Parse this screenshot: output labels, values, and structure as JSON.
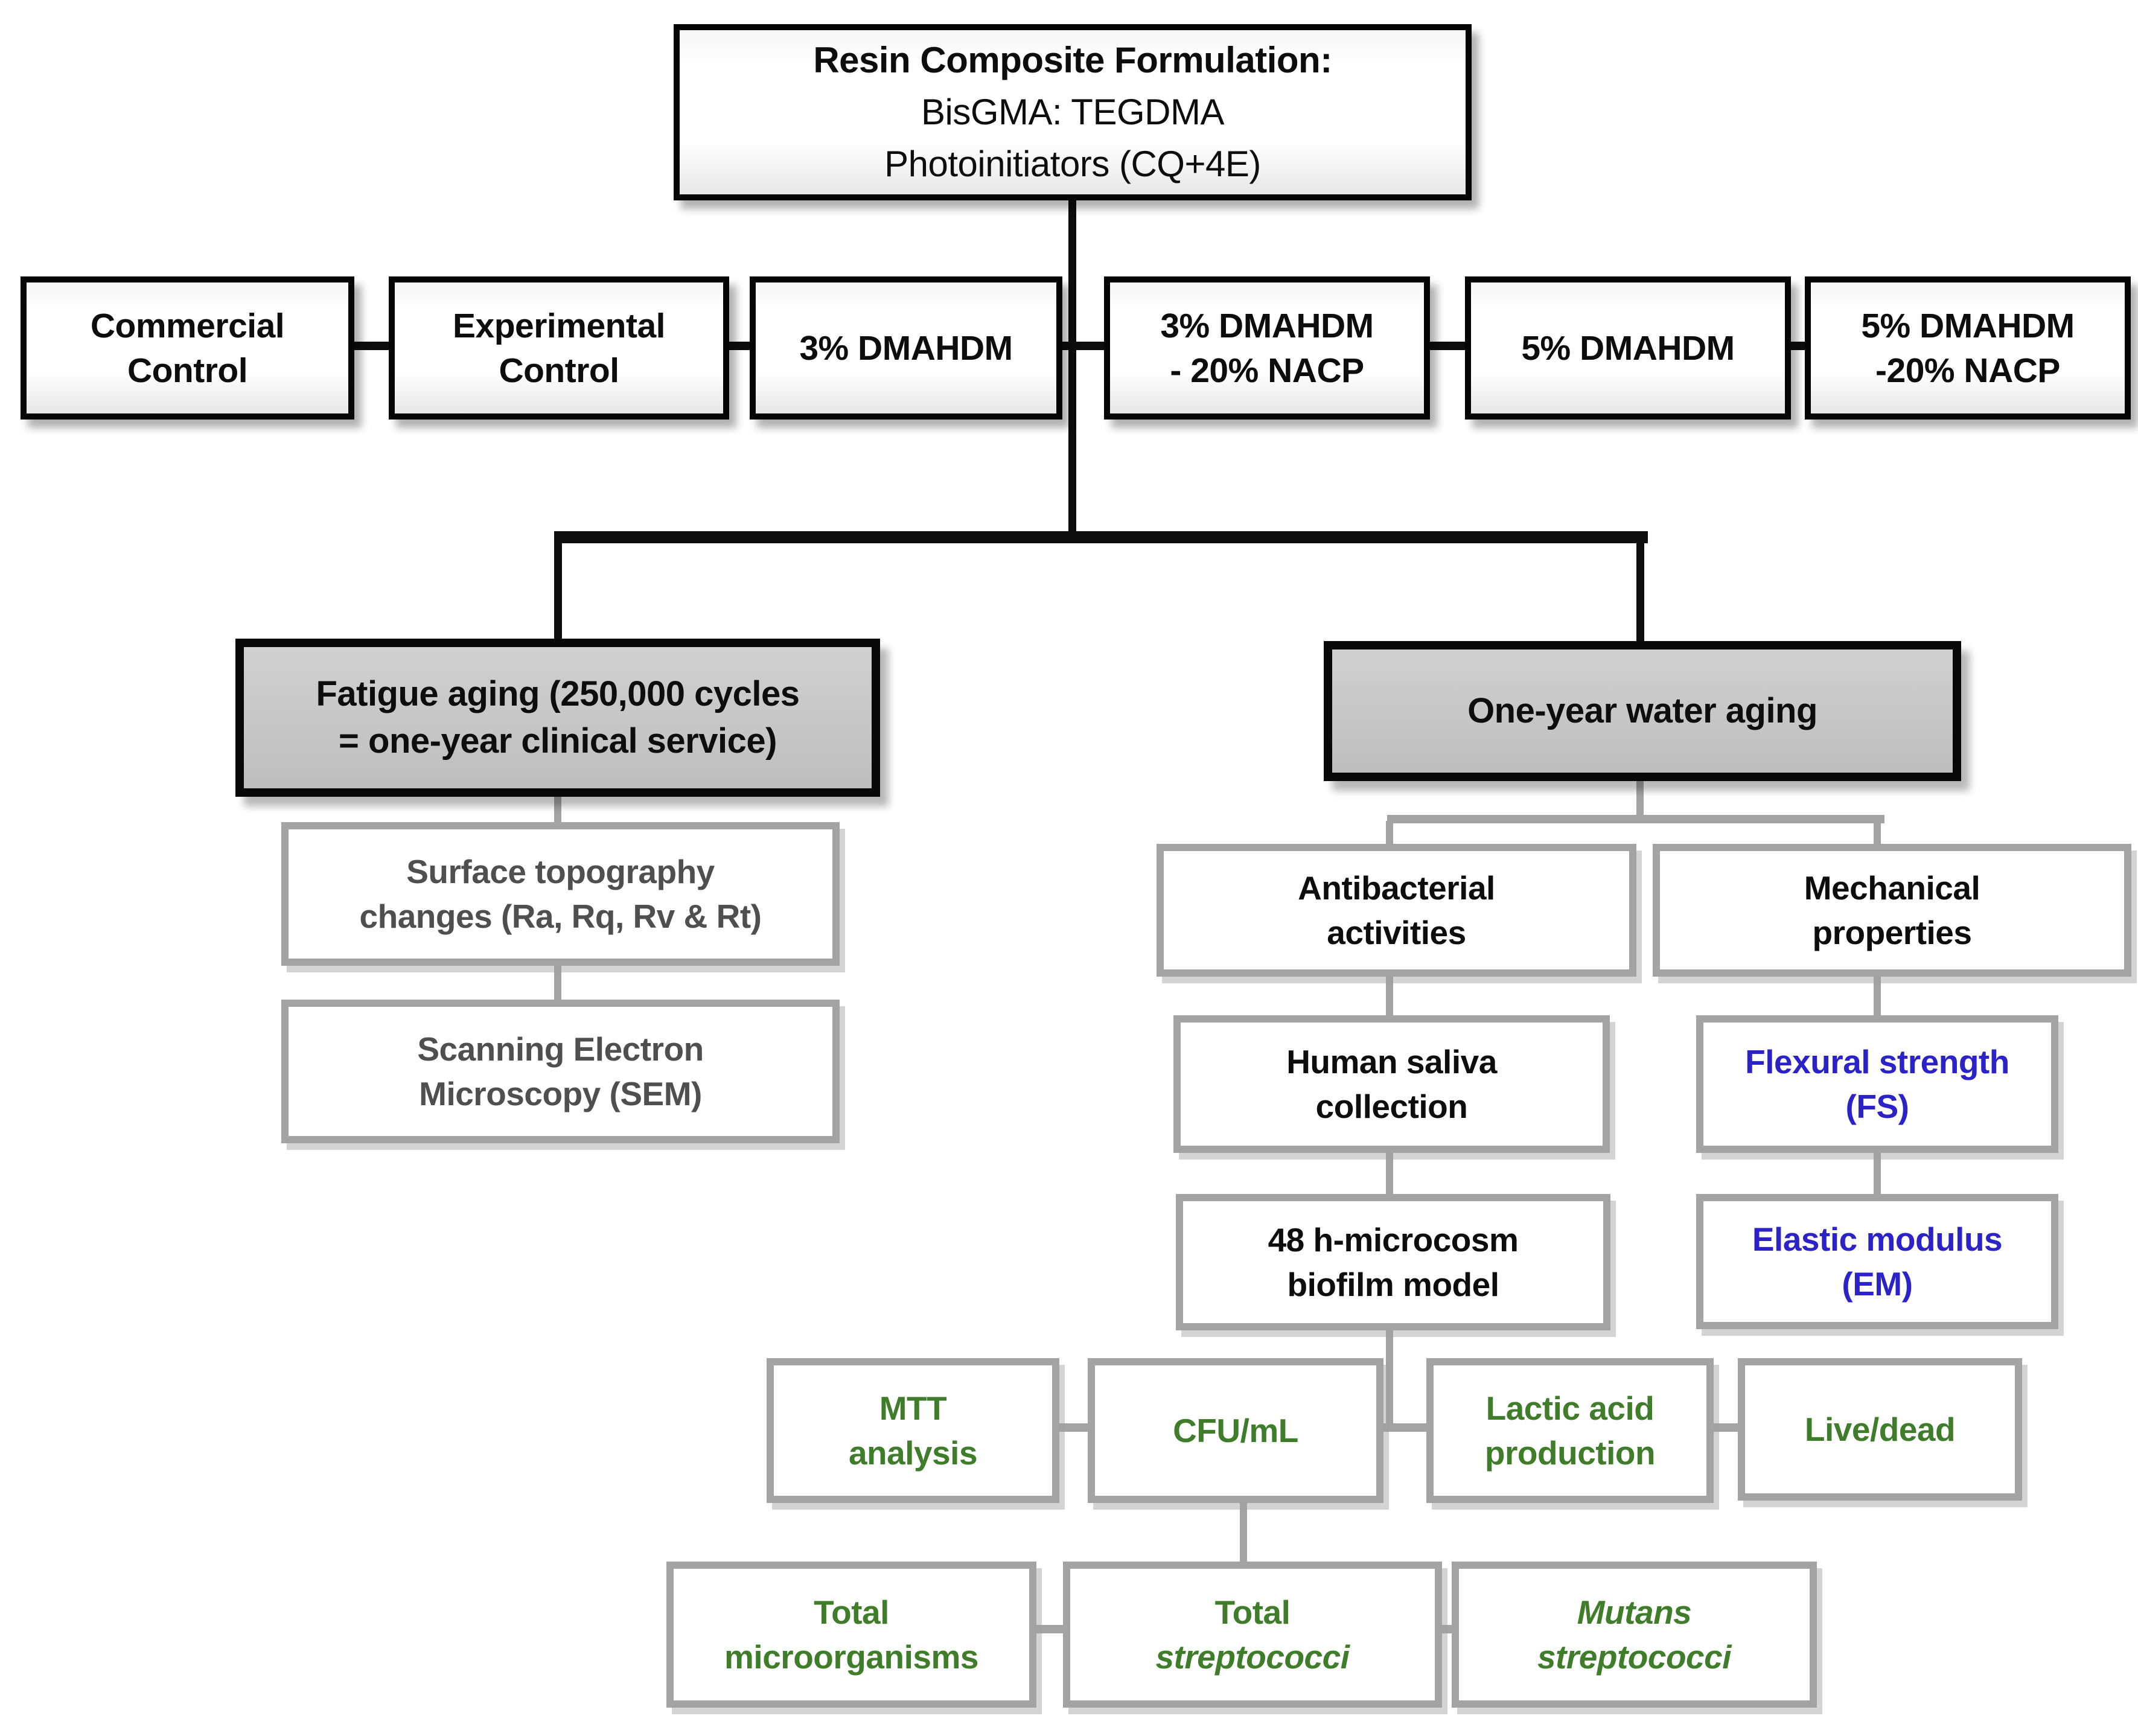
{
  "colors": {
    "node_border_black": "#050505",
    "node_border_gray": "#a3a3a3",
    "aging_fill_gray": "#c6c6c6",
    "text_black": "#0d0d0d",
    "text_gray": "#4f4f4f",
    "text_blue": "#2b22c8",
    "text_green": "#3f7d2a"
  },
  "root": {
    "line1": "Resin Composite Formulation:",
    "line2": "BisGMA: TEGDMA",
    "line3": "Photoinitiators (CQ+4E)"
  },
  "treatment_groups": [
    {
      "lines": [
        "Commercial",
        "Control"
      ]
    },
    {
      "lines": [
        "Experimental",
        "Control"
      ]
    },
    {
      "lines": [
        "3% DMAHDM"
      ]
    },
    {
      "lines": [
        "3% DMAHDM",
        "- 20% NACP"
      ]
    },
    {
      "lines": [
        "5% DMAHDM"
      ]
    },
    {
      "lines": [
        "5% DMAHDM",
        "-20% NACP"
      ]
    }
  ],
  "aging": {
    "fatigue": {
      "line1": "Fatigue aging (250,000 cycles",
      "line2": "= one-year clinical service)"
    },
    "water": {
      "line1": "One-year water aging"
    }
  },
  "fatigue_tests": {
    "surface": {
      "line1": "Surface topography",
      "line2": "changes (Ra, Rq, Rv & Rt)"
    },
    "sem": {
      "line1": "Scanning Electron",
      "line2": "Microscopy (SEM)"
    }
  },
  "water_tests": {
    "antibacterial": {
      "line1": "Antibacterial",
      "line2": "activities"
    },
    "mechanical": {
      "line1": "Mechanical",
      "line2": "properties"
    },
    "saliva": {
      "line1": "Human saliva",
      "line2": "collection"
    },
    "flexural": {
      "line1": "Flexural strength",
      "line2": "(FS)"
    },
    "biofilm": {
      "line1": "48 h-microcosm",
      "line2": "biofilm model"
    },
    "elastic": {
      "line1": "Elastic modulus",
      "line2": "(EM)"
    }
  },
  "biofilm_assays": [
    {
      "lines": [
        "MTT",
        "analysis"
      ]
    },
    {
      "lines": [
        "CFU/mL"
      ]
    },
    {
      "lines": [
        "Lactic acid",
        "production"
      ]
    },
    {
      "lines": [
        "Live/dead"
      ]
    }
  ],
  "cfu_counts": [
    {
      "line1": "Total",
      "line2": "microorganisms"
    },
    {
      "line1": "Total",
      "line2": "streptococci"
    },
    {
      "line1": "Mutans",
      "line2": "streptococci"
    }
  ]
}
